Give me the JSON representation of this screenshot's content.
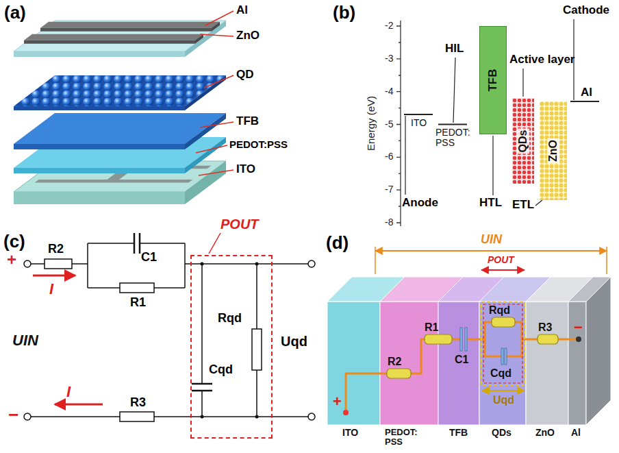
{
  "diagram": {
    "nodes": [
      {
        "text": [
          "TFB"
        ]
      },
      {
        "text": [
          "QDs"
        ]
      },
      {
        "text": [
          "ZnO"
        ]
      },
      {
        "text": [
          "POUT"
        ]
      }
    ],
    "labels": [
      "(a)",
      "Al",
      "ZnO",
      "QD",
      "TFB",
      "PEDOT:PSS",
      "ITO",
      "(b)",
      "-2",
      "-3",
      "-4",
      "-5",
      "-6",
      "-7",
      "-8",
      "Energy (eV)",
      "Cathode",
      "HIL",
      "Active layer",
      "ITO",
      "PEDOT: PSS",
      "Al",
      "Anode",
      "HTL",
      "ETL",
      "(c)",
      "R2",
      "C1",
      "R1",
      "+",
      "I",
      "UIN",
      "Rqd",
      "Cqd",
      "Uqd",
      "R3",
      "I",
      "−",
      "(d)",
      "UIN",
      "POUT",
      "R2",
      "R1",
      "C1",
      "Rqd",
      "Cqd",
      "Uqd",
      "R3",
      "+",
      "−",
      "ITO",
      "PEDOT: PSS",
      "TFB",
      "QDs",
      "ZnO",
      "Al"
    ]
  }
}
